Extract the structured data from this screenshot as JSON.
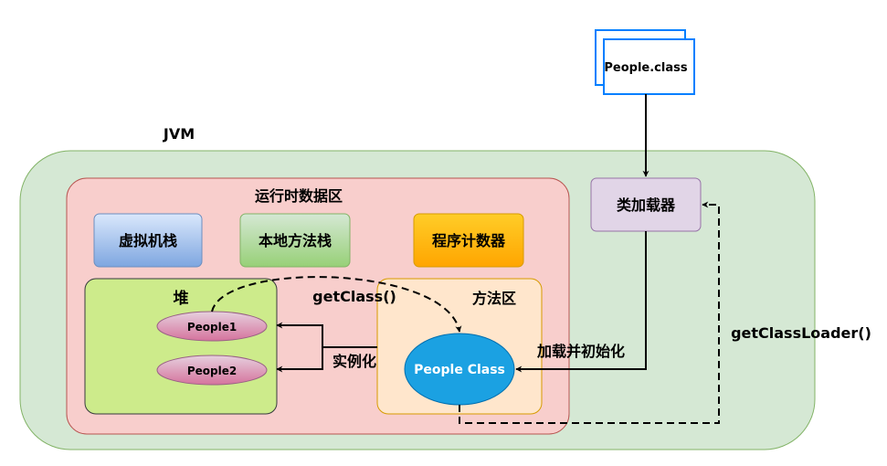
{
  "file": {
    "label": "People.class"
  },
  "jvm": {
    "label": "JVM"
  },
  "class_loader": {
    "label": "类加载器"
  },
  "runtime_area": {
    "label": "运行时数据区"
  },
  "vm_stack": {
    "label": "虚拟机栈"
  },
  "native_stack": {
    "label": "本地方法栈"
  },
  "pc_register": {
    "label": "程序计数器"
  },
  "heap": {
    "label": "堆",
    "objects": [
      "People1",
      "People2"
    ]
  },
  "method_area": {
    "label": "方法区",
    "class_label": "People Class"
  },
  "edges": {
    "get_class": "getClass()",
    "instantiate": "实例化",
    "load_init": "加载并初始化",
    "get_class_loader": "getClassLoader()"
  },
  "colors": {
    "jvm_fill": "#d5e8d4",
    "jvm_stroke": "#82b366",
    "runtime_fill": "#f8cecc",
    "runtime_stroke": "#b85450",
    "loader_fill": "#e1d5e7",
    "loader_stroke": "#9673a6",
    "file_stroke": "#007fff",
    "vm_stack_fill": "#7ea6e0",
    "native_stack_fill": "#97d077",
    "pc_fill": "#ffaa00",
    "heap_fill": "#cdeb8b",
    "method_fill": "#ffe6cc",
    "method_stroke": "#d79b00",
    "class_fill": "#1ba1e2",
    "object_fill": "#e6a0c4",
    "object_stroke": "#996185"
  }
}
